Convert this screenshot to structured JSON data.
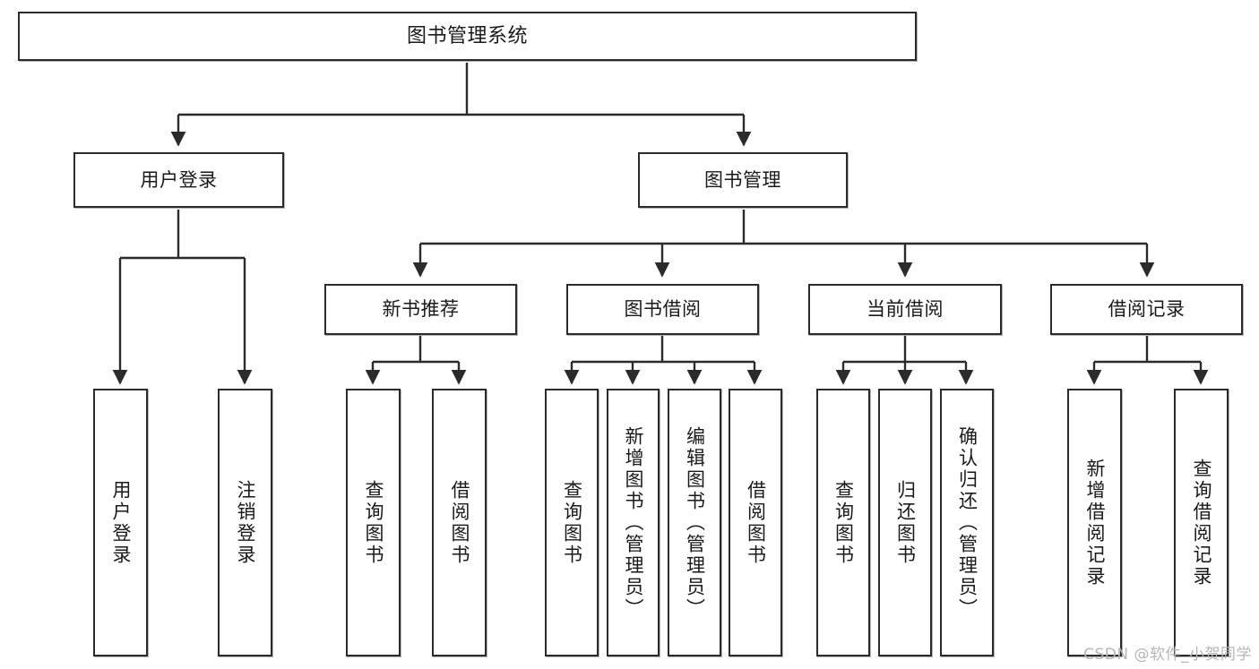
{
  "diagram": {
    "title": "图书管理系统",
    "type": "tree-hierarchy",
    "orientation": "top-down",
    "colors": {
      "box_border": "#2b2b2b",
      "box_fill": "#ffffff",
      "edge": "#2b2b2b",
      "text": "#1a1a1a",
      "watermark": "#b6b6b6"
    },
    "root": {
      "label": "图书管理系统"
    },
    "level2": [
      {
        "label": "用户登录"
      },
      {
        "label": "图书管理"
      }
    ],
    "level3": [
      {
        "label": "新书推荐"
      },
      {
        "label": "图书借阅"
      },
      {
        "label": "当前借阅"
      },
      {
        "label": "借阅记录"
      }
    ],
    "leaves": {
      "user_login": [
        {
          "label": "用户登录"
        },
        {
          "label": "注销登录"
        }
      ],
      "new_book_recommend": [
        {
          "label": "查询图书"
        },
        {
          "label": "借阅图书"
        }
      ],
      "book_borrow": [
        {
          "label": "查询图书"
        },
        {
          "label": "新增图书（管理员）"
        },
        {
          "label": "编辑图书（管理员）"
        },
        {
          "label": "借阅图书"
        }
      ],
      "current_borrow": [
        {
          "label": "查询图书"
        },
        {
          "label": "归还图书"
        },
        {
          "label": "确认归还（管理员）"
        }
      ],
      "borrow_record": [
        {
          "label": "新增借阅记录"
        },
        {
          "label": "查询借阅记录"
        }
      ]
    }
  },
  "watermark": {
    "text": "CSDN @软件_小贺同学"
  }
}
